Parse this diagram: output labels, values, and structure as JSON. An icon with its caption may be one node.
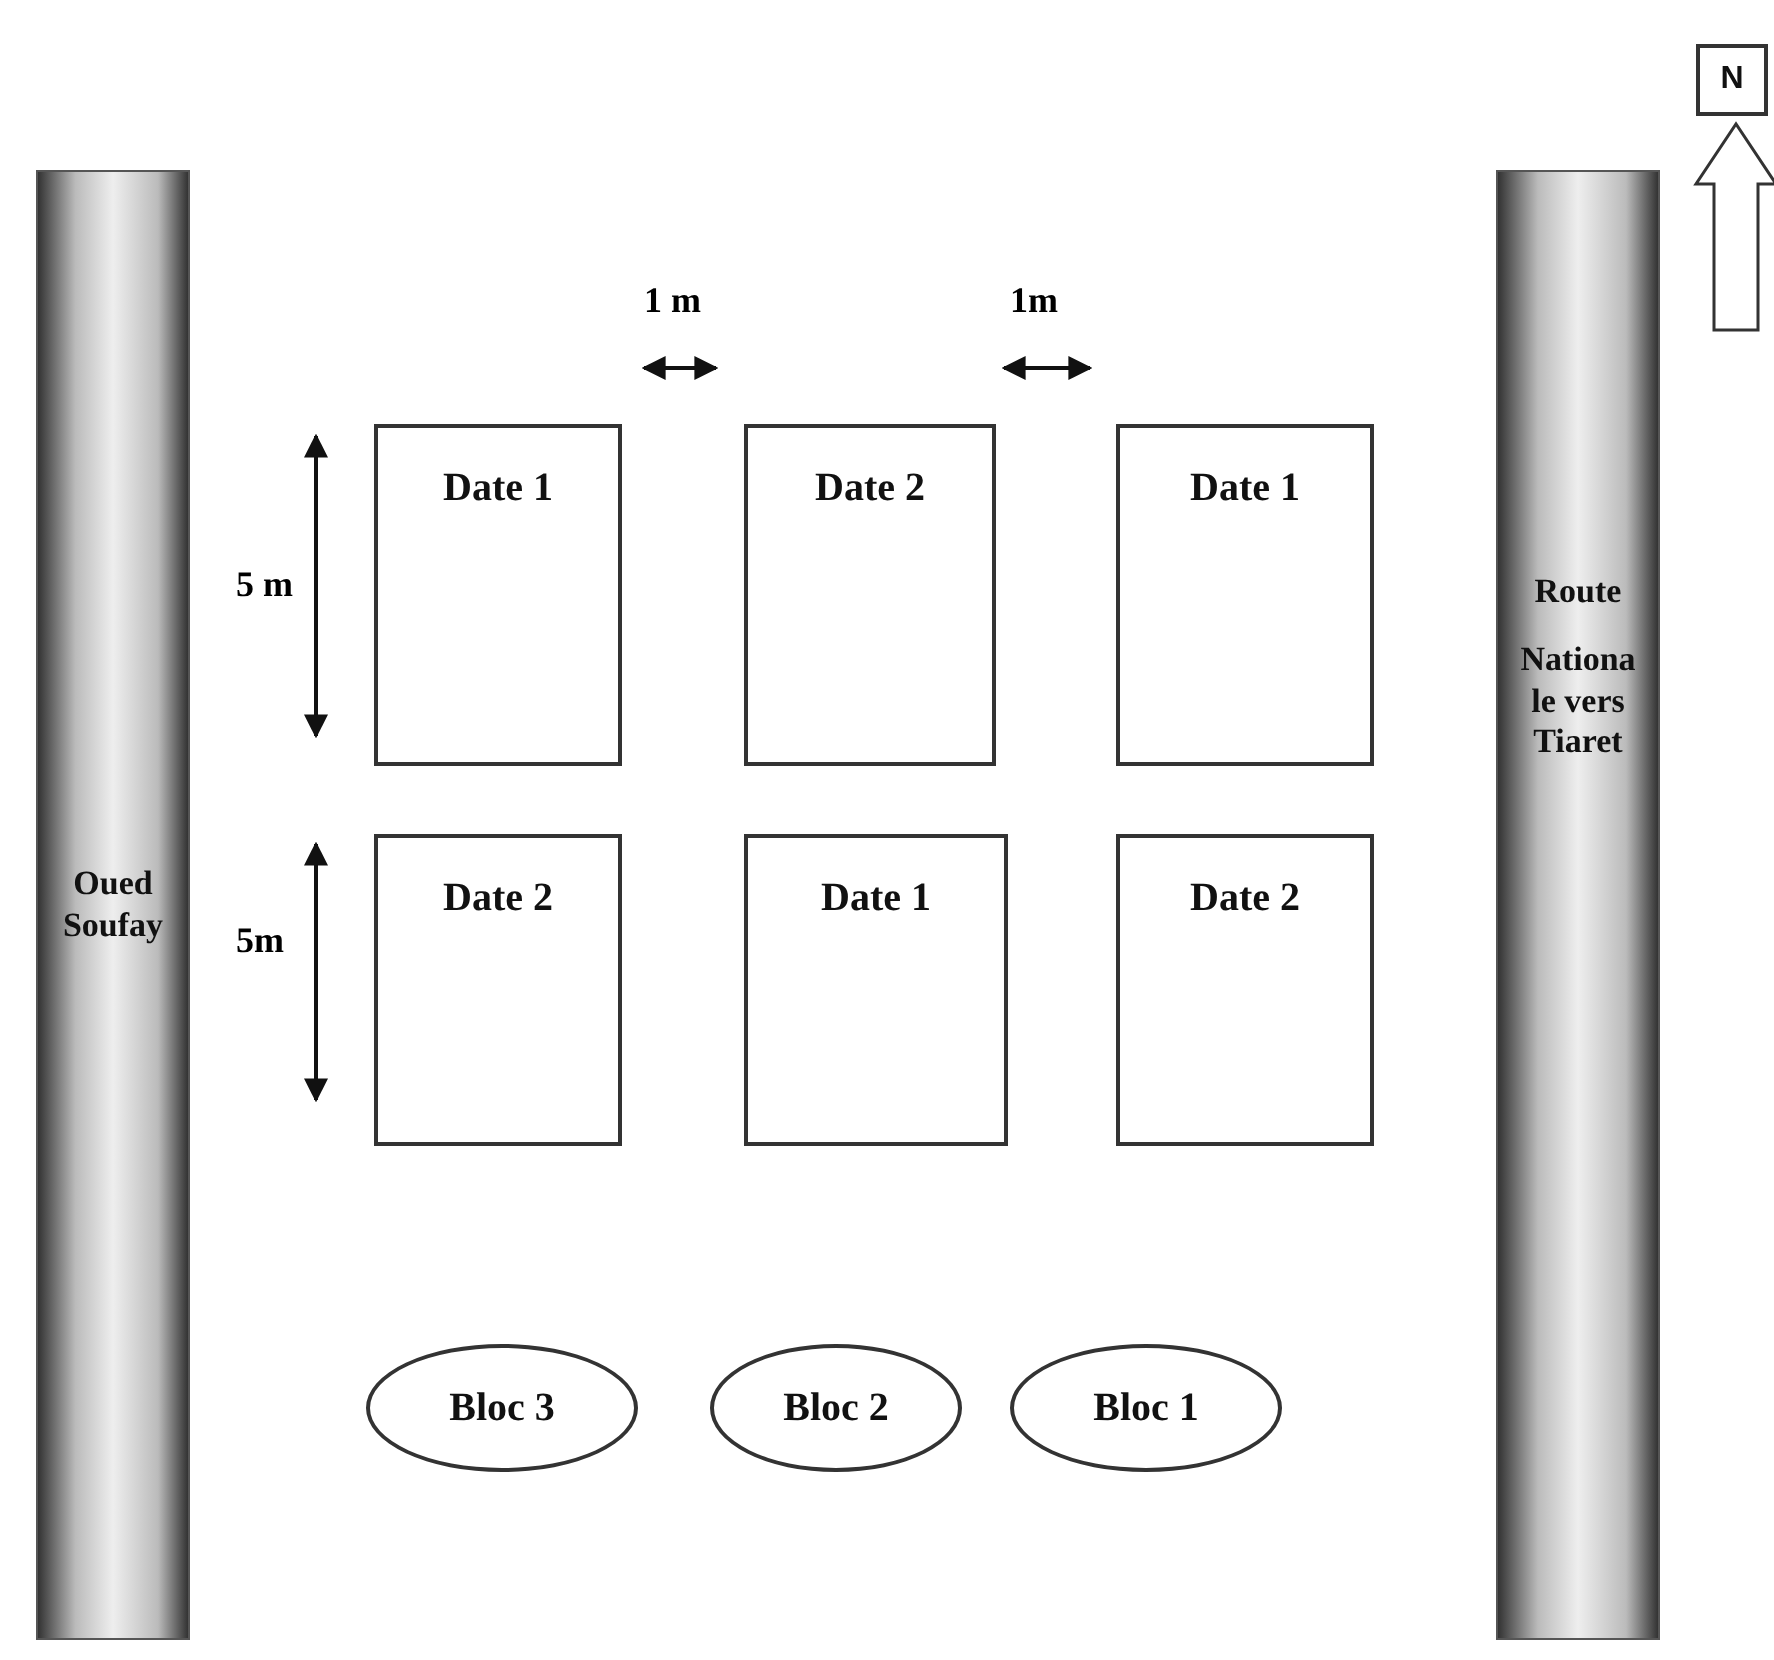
{
  "diagram": {
    "nodes": [
      {
        "text": [
          "N"
        ]
      },
      {
        "text": [
          "Oued Soufay"
        ]
      },
      {
        "text": [
          "Route",
          "Nationa le vers Tiaret"
        ]
      },
      {
        "text": [
          "Date 1"
        ]
      },
      {
        "text": [
          "Date 2"
        ]
      },
      {
        "text": [
          "Date 1"
        ]
      },
      {
        "text": [
          "Date 2"
        ]
      },
      {
        "text": [
          "Date 1"
        ]
      },
      {
        "text": [
          "Date 2"
        ]
      },
      {
        "text": [
          "Bloc 3"
        ]
      },
      {
        "text": [
          "Bloc 2"
        ]
      },
      {
        "text": [
          "Bloc 1"
        ]
      }
    ],
    "edges": [],
    "labels": [
      "1 m",
      "1m",
      "5 m",
      "5m"
    ]
  }
}
